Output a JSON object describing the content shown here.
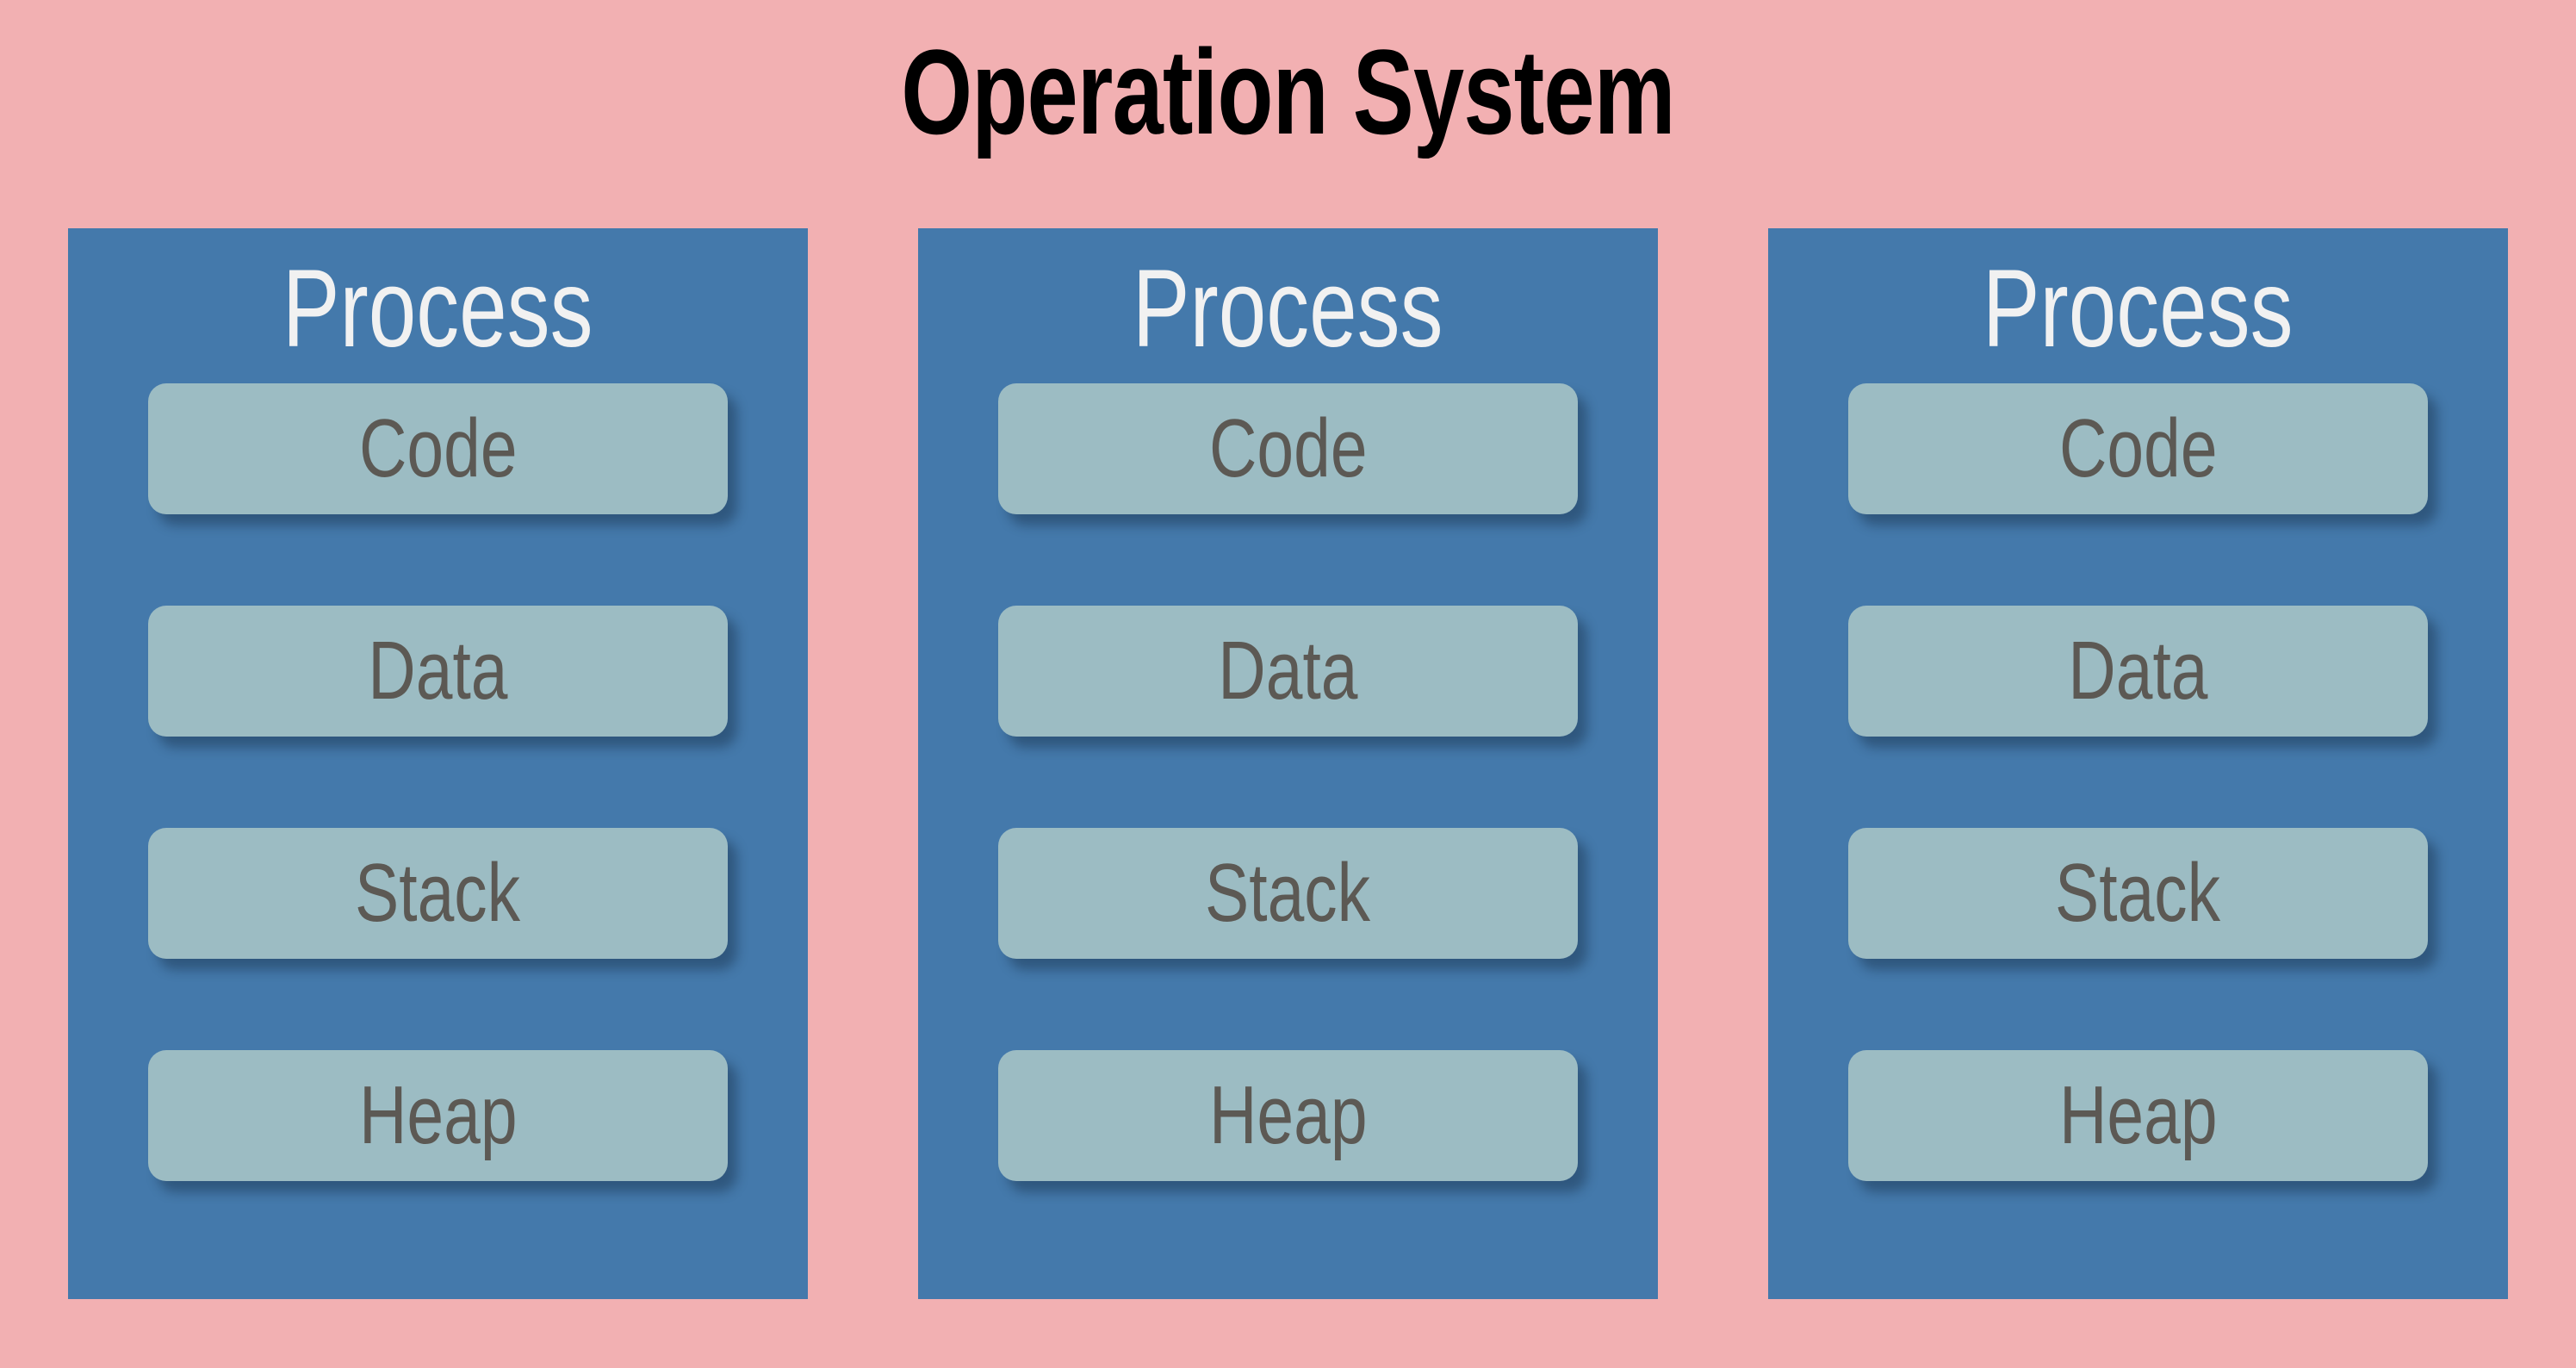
{
  "diagram": {
    "title": "Operation System",
    "background_color": "#f2b0b2",
    "process_box_color": "#4479ab",
    "segment_color": "#9cbcc3",
    "segment_text_color": "#5c5954",
    "title_text_color": "#000000",
    "process_title_color": "#f1f1f1",
    "processes": [
      {
        "label": "Process",
        "segments": [
          {
            "label": "Code"
          },
          {
            "label": "Data"
          },
          {
            "label": "Stack"
          },
          {
            "label": "Heap"
          }
        ]
      },
      {
        "label": "Process",
        "segments": [
          {
            "label": "Code"
          },
          {
            "label": "Data"
          },
          {
            "label": "Stack"
          },
          {
            "label": "Heap"
          }
        ]
      },
      {
        "label": "Process",
        "segments": [
          {
            "label": "Code"
          },
          {
            "label": "Data"
          },
          {
            "label": "Stack"
          },
          {
            "label": "Heap"
          }
        ]
      }
    ]
  }
}
